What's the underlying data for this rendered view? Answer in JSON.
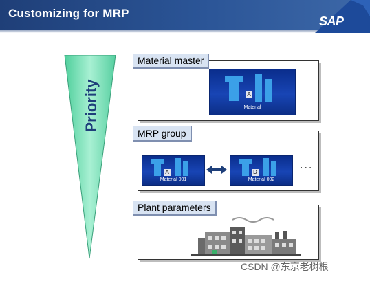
{
  "header": {
    "title": "Customizing for MRP",
    "logo_text": "SAP",
    "accent": "#2b5597"
  },
  "priority": {
    "label": "Priority",
    "color": "#7fe0b8"
  },
  "material_master": {
    "label": "Material master",
    "tile": {
      "letter": "A",
      "caption": "Material"
    }
  },
  "mrp_group": {
    "label": "MRP group",
    "tiles": [
      {
        "letter": "A",
        "caption": "Material 001"
      },
      {
        "letter": "D",
        "caption": "Material 002"
      }
    ],
    "ellipsis": "..."
  },
  "plant_parameters": {
    "label": "Plant parameters"
  },
  "watermark": "CSDN @东京老树根"
}
